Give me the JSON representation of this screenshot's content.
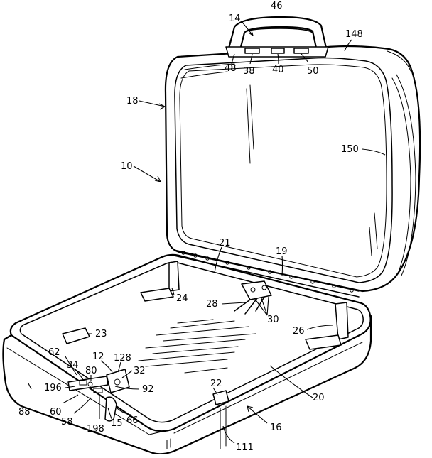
{
  "figure": {
    "labels": [
      {
        "id": "ref-46",
        "text": "46"
      },
      {
        "id": "ref-14",
        "text": "14"
      },
      {
        "id": "ref-148",
        "text": "148"
      },
      {
        "id": "ref-48",
        "text": "48"
      },
      {
        "id": "ref-38",
        "text": "38"
      },
      {
        "id": "ref-40",
        "text": "40"
      },
      {
        "id": "ref-50",
        "text": "50"
      },
      {
        "id": "ref-18",
        "text": "18"
      },
      {
        "id": "ref-10",
        "text": "10"
      },
      {
        "id": "ref-150",
        "text": "150"
      },
      {
        "id": "ref-21",
        "text": "21"
      },
      {
        "id": "ref-19",
        "text": "19"
      },
      {
        "id": "ref-24",
        "text": "24"
      },
      {
        "id": "ref-28",
        "text": "28"
      },
      {
        "id": "ref-30",
        "text": "30"
      },
      {
        "id": "ref-23",
        "text": "23"
      },
      {
        "id": "ref-26",
        "text": "26"
      },
      {
        "id": "ref-62",
        "text": "62"
      },
      {
        "id": "ref-12",
        "text": "12"
      },
      {
        "id": "ref-128",
        "text": "128"
      },
      {
        "id": "ref-34",
        "text": "34"
      },
      {
        "id": "ref-80",
        "text": "80"
      },
      {
        "id": "ref-32",
        "text": "32"
      },
      {
        "id": "ref-196",
        "text": "196"
      },
      {
        "id": "ref-92",
        "text": "92"
      },
      {
        "id": "ref-22",
        "text": "22"
      },
      {
        "id": "ref-20",
        "text": "20"
      },
      {
        "id": "ref-88",
        "text": "88"
      },
      {
        "id": "ref-60",
        "text": "60"
      },
      {
        "id": "ref-58",
        "text": "58"
      },
      {
        "id": "ref-66",
        "text": "66"
      },
      {
        "id": "ref-198",
        "text": "198"
      },
      {
        "id": "ref-15",
        "text": "15"
      },
      {
        "id": "ref-16",
        "text": "16"
      },
      {
        "id": "ref-111",
        "text": "111"
      }
    ]
  }
}
